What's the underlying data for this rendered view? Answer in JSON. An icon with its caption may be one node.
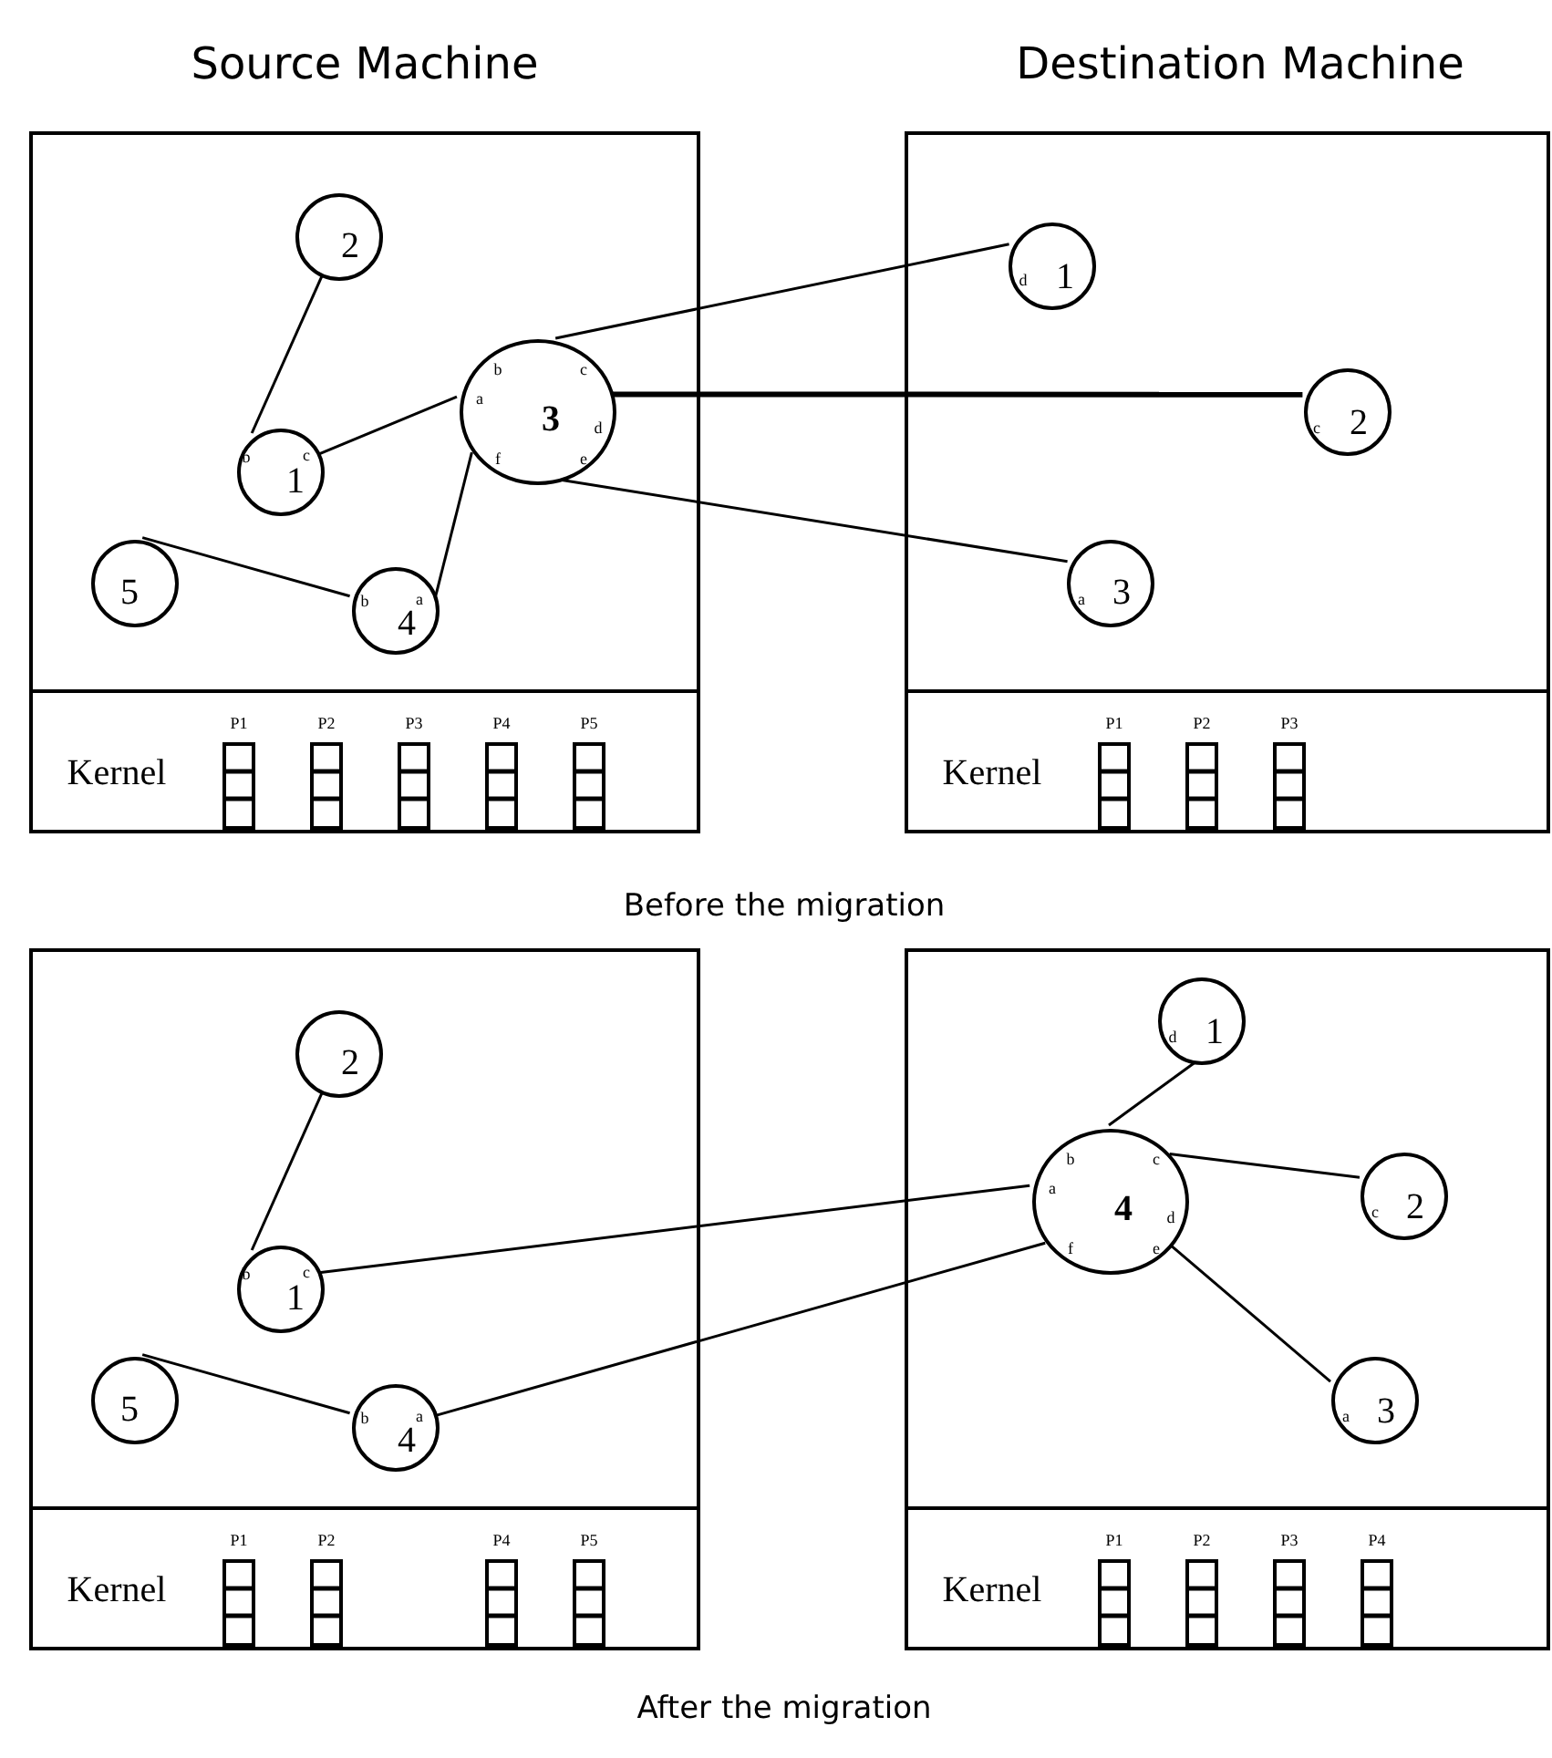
{
  "diagram": {
    "nodes": [
      {
        "text": [],
        "shape": "box"
      },
      {
        "text": [
          "Kernel"
        ],
        "in": 0
      },
      {
        "text": [
          "P1"
        ],
        "in": 1
      },
      {
        "text": [
          "P2"
        ],
        "in": 1
      },
      {
        "text": [
          "P3"
        ],
        "in": 1
      },
      {
        "text": [
          "P4"
        ],
        "in": 1
      },
      {
        "text": [
          "P5"
        ],
        "in": 1
      },
      {
        "text": [
          "2"
        ],
        "in": 0
      },
      {
        "text": [
          "1",
          "b",
          "c"
        ],
        "in": 0
      },
      {
        "text": [
          "3",
          "a",
          "b",
          "c",
          "d",
          "e",
          "f"
        ],
        "in": 0
      },
      {
        "text": [
          "5"
        ],
        "in": 0
      },
      {
        "text": [
          "4",
          "b",
          "a"
        ],
        "in": 0
      },
      {
        "text": [],
        "shape": "box"
      },
      {
        "text": [
          "Kernel"
        ],
        "in": 12
      },
      {
        "text": [
          "P1"
        ],
        "in": 13
      },
      {
        "text": [
          "P2"
        ],
        "in": 13
      },
      {
        "text": [
          "P3"
        ],
        "in": 13
      },
      {
        "text": [
          "d",
          "1"
        ],
        "in": 12
      },
      {
        "text": [
          "c",
          "2"
        ],
        "in": 12
      },
      {
        "text": [
          "a",
          "3"
        ],
        "in": 12
      },
      {
        "text": [],
        "shape": "box"
      },
      {
        "text": [
          "Kernel"
        ],
        "in": 20
      },
      {
        "text": [
          "P1"
        ],
        "in": 21
      },
      {
        "text": [
          "P2"
        ],
        "in": 21
      },
      {
        "text": [
          "P4"
        ],
        "in": 21
      },
      {
        "text": [
          "P5"
        ],
        "in": 21
      },
      {
        "text": [
          "2"
        ],
        "in": 20
      },
      {
        "text": [
          "1",
          "b",
          "c"
        ],
        "in": 20
      },
      {
        "text": [
          "5"
        ],
        "in": 20
      },
      {
        "text": [
          "4",
          "b",
          "a"
        ],
        "in": 20
      },
      {
        "text": [],
        "shape": "box"
      },
      {
        "text": [
          "Kernel"
        ],
        "in": 30
      },
      {
        "text": [
          "P1"
        ],
        "in": 31
      },
      {
        "text": [
          "P2"
        ],
        "in": 31
      },
      {
        "text": [
          "P3"
        ],
        "in": 31
      },
      {
        "text": [
          "P4"
        ],
        "in": 31
      },
      {
        "text": [
          "d",
          "1"
        ],
        "in": 30
      },
      {
        "text": [
          "4",
          "a",
          "b",
          "c",
          "d",
          "e",
          "f"
        ],
        "in": 30
      },
      {
        "text": [
          "c",
          "2"
        ],
        "in": 30
      },
      {
        "text": [
          "a",
          "3"
        ],
        "in": 30
      }
    ],
    "edges": [
      {
        "from": 7,
        "to": 8,
        "arrow": "none"
      },
      {
        "from": 8,
        "to": 9,
        "arrow": "none"
      },
      {
        "from": 11,
        "to": 9,
        "arrow": "none"
      },
      {
        "from": 10,
        "to": 11,
        "arrow": "none"
      },
      {
        "from": 9,
        "to": 17,
        "arrow": "none"
      },
      {
        "from": 9,
        "to": 18,
        "arrow": "none",
        "style": "thick"
      },
      {
        "from": 9,
        "to": 19,
        "arrow": "none"
      },
      {
        "from": 26,
        "to": 27,
        "arrow": "none"
      },
      {
        "from": 28,
        "to": 29,
        "arrow": "none"
      },
      {
        "from": 27,
        "to": 37,
        "arrow": "none"
      },
      {
        "from": 29,
        "to": 37,
        "arrow": "none"
      },
      {
        "from": 37,
        "to": 36,
        "arrow": "none"
      },
      {
        "from": 37,
        "to": 38,
        "arrow": "none"
      },
      {
        "from": 37,
        "to": 39,
        "arrow": "none"
      }
    ],
    "labels": [
      "Source Machine",
      "Destination Machine",
      "Before the migration",
      "After the migration"
    ]
  }
}
